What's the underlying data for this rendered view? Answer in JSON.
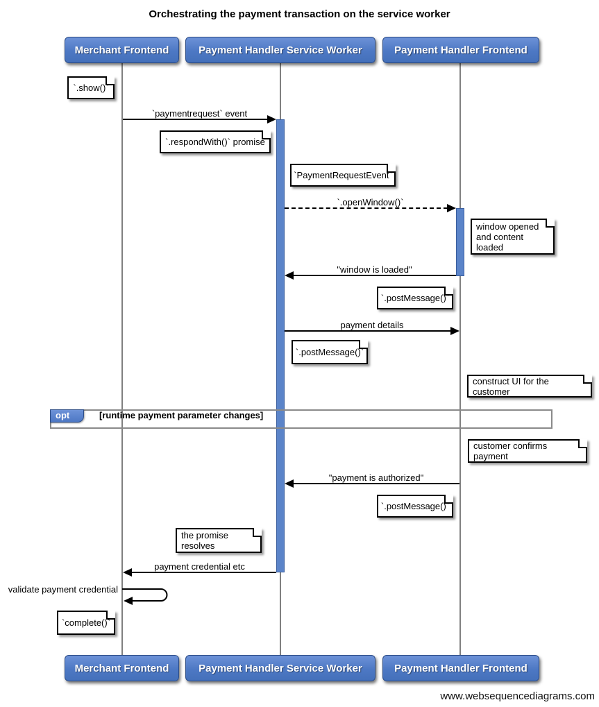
{
  "title": "Orchestrating the payment transaction on the service worker",
  "footer": "www.websequencediagrams.com",
  "actors": [
    {
      "label": "Merchant Frontend"
    },
    {
      "label": "Payment Handler Service Worker"
    },
    {
      "label": "Payment Handler Frontend"
    }
  ],
  "messages": [
    {
      "label": "`paymentrequest` event",
      "from": "Merchant Frontend",
      "to": "Payment Handler Service Worker",
      "style": "solid"
    },
    {
      "label": "`.openWindow()`",
      "from": "Payment Handler Service Worker",
      "to": "Payment Handler Frontend",
      "style": "dashed"
    },
    {
      "label": "\"window is loaded\"",
      "from": "Payment Handler Frontend",
      "to": "Payment Handler Service Worker",
      "style": "solid"
    },
    {
      "label": "payment details",
      "from": "Payment Handler Service Worker",
      "to": "Payment Handler Frontend",
      "style": "solid"
    },
    {
      "label": "\"payment is authorized\"",
      "from": "Payment Handler Frontend",
      "to": "Payment Handler Service Worker",
      "style": "solid"
    },
    {
      "label": "payment credential etc",
      "from": "Payment Handler Service Worker",
      "to": "Merchant Frontend",
      "style": "solid"
    },
    {
      "label": "validate payment credential",
      "from": "Merchant Frontend",
      "to": "Merchant Frontend",
      "style": "self"
    }
  ],
  "notes": [
    {
      "text": "`.show()`",
      "anchor": "Merchant Frontend"
    },
    {
      "text": "`.respondWith()` promise",
      "anchor": "Payment Handler Service Worker"
    },
    {
      "text": "`PaymentRequestEvent`",
      "anchor": "Payment Handler Service Worker"
    },
    {
      "text": "window opened\nand content loaded",
      "anchor": "Payment Handler Frontend"
    },
    {
      "text": "`.postMessage()`",
      "anchor": "Payment Handler Frontend"
    },
    {
      "text": "`.postMessage()`",
      "anchor": "Payment Handler Service Worker"
    },
    {
      "text": "construct UI for the customer",
      "anchor": "Payment Handler Frontend"
    },
    {
      "text": "customer confirms payment",
      "anchor": "Payment Handler Frontend"
    },
    {
      "text": "`.postMessage()`",
      "anchor": "Payment Handler Frontend"
    },
    {
      "text": "the promise resolves",
      "anchor": "Payment Handler Service Worker"
    },
    {
      "text": "`complete()`",
      "anchor": "Merchant Frontend"
    }
  ],
  "fragment": {
    "operator": "opt",
    "condition": "[runtime payment parameter changes]"
  },
  "colors": {
    "actor_fill": "#4d78c4",
    "actor_border": "#2c4c86",
    "activation_fill": "#5b84c9",
    "activation_border": "#3a5e9e",
    "lifeline": "#808080",
    "fragment_border": "#8a8a8a",
    "note_bg": "#ffffff",
    "text": "#000000"
  }
}
